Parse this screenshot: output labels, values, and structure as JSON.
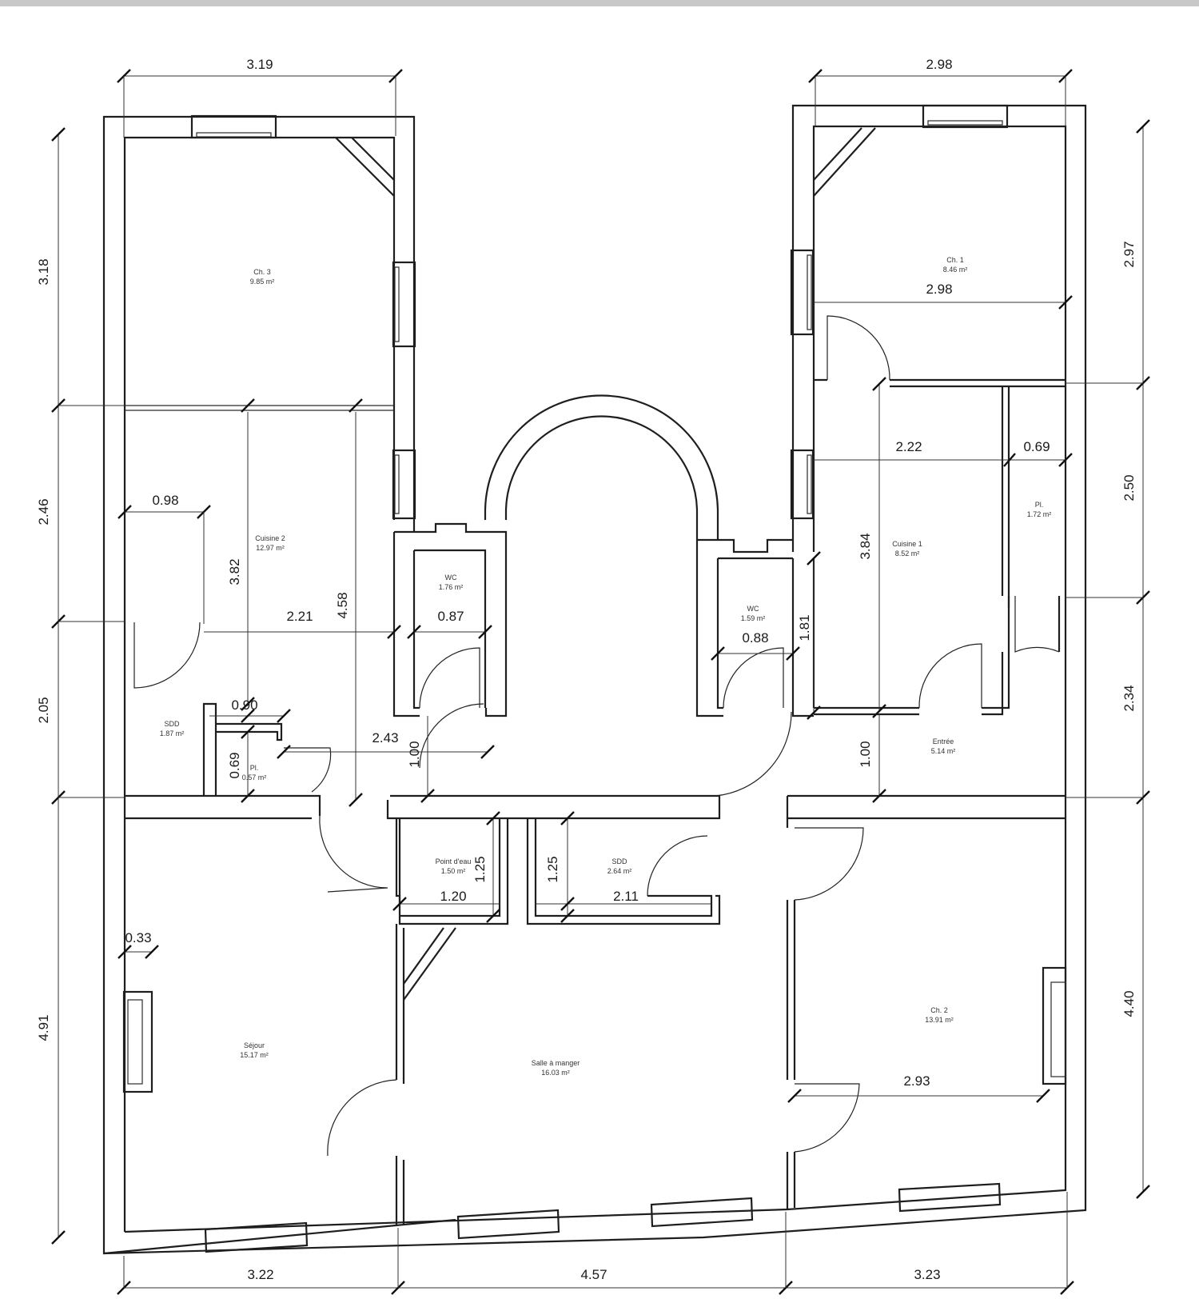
{
  "rooms": [
    {
      "name": "Ch. 3",
      "area": "9.85 m²"
    },
    {
      "name": "Ch. 1",
      "area": "8.46 m²"
    },
    {
      "name": "Cuisine 2",
      "area": "12.97 m²"
    },
    {
      "name": "WC",
      "area": "1.76 m²"
    },
    {
      "name": "WC",
      "area": "1.59 m²"
    },
    {
      "name": "Cuisine 1",
      "area": "8.52 m²"
    },
    {
      "name": "Pl.",
      "area": "1.72 m²"
    },
    {
      "name": "SDD",
      "area": "1.87 m²"
    },
    {
      "name": "Pl.",
      "area": "0.57 m²"
    },
    {
      "name": "Entrée",
      "area": "5.14 m²"
    },
    {
      "name": "Point d'eau",
      "area": "1.50 m²"
    },
    {
      "name": "SDD",
      "area": "2.64 m²"
    },
    {
      "name": "Séjour",
      "area": "15.17 m²"
    },
    {
      "name": "Salle à manger",
      "area": "16.03 m²"
    },
    {
      "name": "Ch. 2",
      "area": "13.91 m²"
    }
  ],
  "dimensions": {
    "top_left": "3.19",
    "top_right": "2.98",
    "left_1": "3.18",
    "left_2": "2.46",
    "left_3": "2.05",
    "left_4": "4.91",
    "right_1": "2.97",
    "right_2": "2.50",
    "right_3": "2.34",
    "right_4": "4.40",
    "bottom_1": "3.22",
    "bottom_2": "4.57",
    "bottom_3": "3.23",
    "ch1_width": "2.98",
    "cuisine1_width": "2.22",
    "pl_width": "0.69",
    "cuisine1_height": "3.84",
    "sdd_door": "0.98",
    "cuisine2_h1": "3.82",
    "cuisine2_w": "2.21",
    "cuisine2_h2": "4.58",
    "wc1_w": "0.87",
    "wc2_w": "0.88",
    "wc2_h": "1.81",
    "sdd_w": "0.90",
    "pl_h": "0.69",
    "hall_w": "2.43",
    "hall_h": "1.00",
    "entree_h": "1.00",
    "point_h": "1.25",
    "point_w": "1.20",
    "sdd2_h": "1.25",
    "sdd2_w": "2.11",
    "sejour_w": "0.33",
    "ch2_w": "2.93"
  }
}
